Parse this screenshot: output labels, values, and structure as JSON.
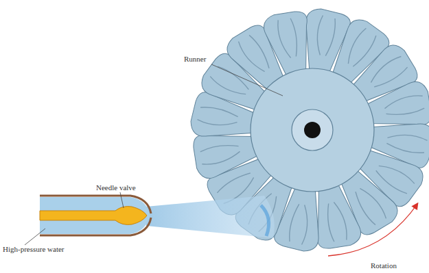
{
  "diagram": {
    "labels": [
      "Runner",
      "Needle valve",
      "High-pressure water",
      "Rotation"
    ]
  }
}
